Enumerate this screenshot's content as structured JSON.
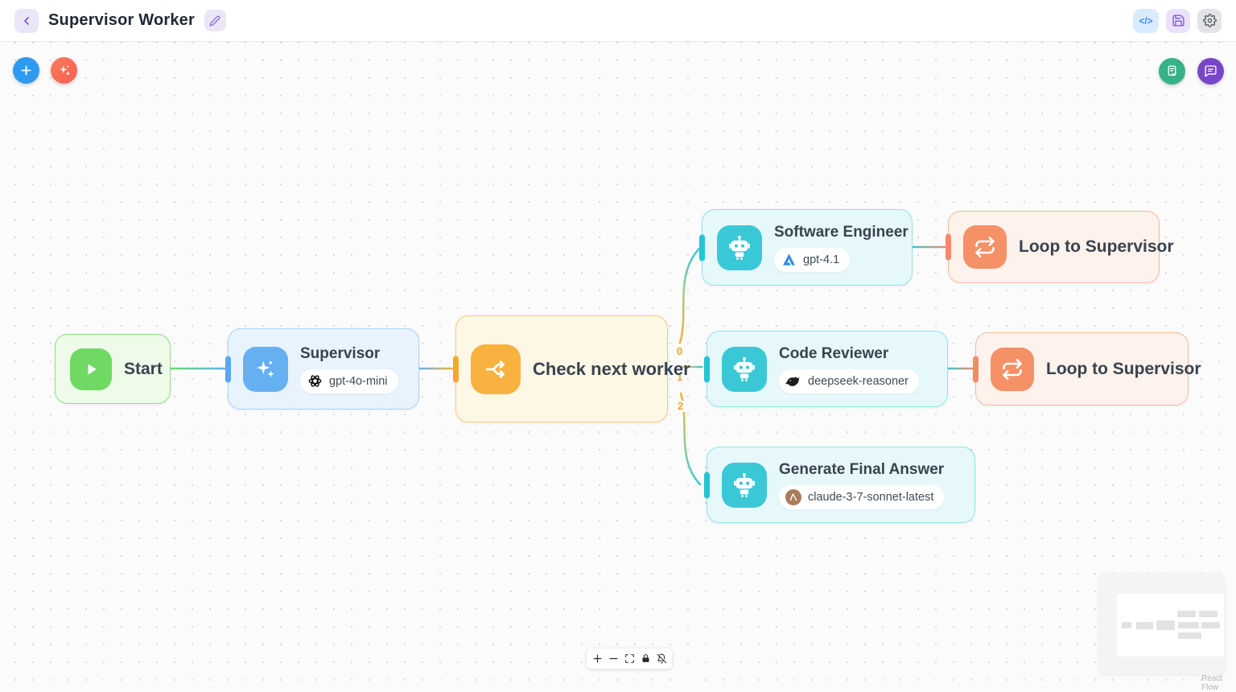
{
  "header": {
    "title": "Supervisor Worker",
    "back_icon": "chevron-left",
    "edit_icon": "pencil",
    "code_label": "</>",
    "save_icon": "floppy-disk",
    "settings_icon": "gear"
  },
  "canvas": {
    "add_node_icon": "plus",
    "ai_assist_icon": "sparkles",
    "run_report_icon": "document-check",
    "chat_icon": "chat-bubble",
    "attribution": "React Flow",
    "controls": [
      "zoom-in",
      "zoom-out",
      "fit-view",
      "lock",
      "bell-off"
    ]
  },
  "nodes": [
    {
      "id": "start",
      "title": "Start",
      "type": "start",
      "icon": "play-icon"
    },
    {
      "id": "supervisor",
      "title": "Supervisor",
      "type": "agent",
      "icon": "sparkles-icon",
      "provider": "openai",
      "model": "gpt-4o-mini"
    },
    {
      "id": "check-next-worker",
      "title": "Check next worker",
      "type": "router",
      "icon": "split-icon"
    },
    {
      "id": "software-engineer",
      "title": "Software Engineer",
      "type": "worker",
      "icon": "robot-icon",
      "provider": "azure",
      "model": "gpt-4.1"
    },
    {
      "id": "loop-to-supervisor-top",
      "title": "Loop to Supervisor",
      "type": "loop",
      "icon": "repeat-icon"
    },
    {
      "id": "code-reviewer",
      "title": "Code Reviewer",
      "type": "worker",
      "icon": "robot-icon",
      "provider": "deepseek",
      "model": "deepseek-reasoner"
    },
    {
      "id": "loop-to-supervisor-bottom",
      "title": "Loop to Supervisor",
      "type": "loop",
      "icon": "repeat-icon"
    },
    {
      "id": "generate-final-answer",
      "title": "Generate Final Answer",
      "type": "worker",
      "icon": "robot-icon",
      "provider": "anthropic",
      "model": "claude-3-7-sonnet-latest"
    }
  ],
  "edges": {
    "labels": [
      "0",
      "1",
      "2"
    ]
  },
  "colors": {
    "start_green": "#6fd964",
    "supervisor_blue": "#65b0f1",
    "router_amber": "#f8b240",
    "worker_cyan": "#3bc8d6",
    "loop_salmon": "#f69067",
    "accent_purple": "#7a5cd6",
    "edge_label_orange": "#efa52f"
  }
}
